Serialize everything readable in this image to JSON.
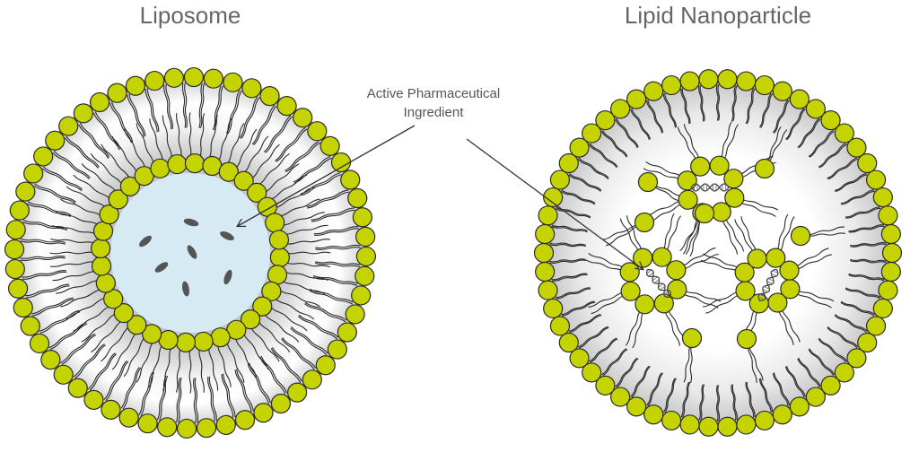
{
  "titles": {
    "left": "Liposome",
    "right": "Lipid Nanoparticle"
  },
  "annotation": {
    "line1": "Active Pharmaceutical",
    "line2": "Ingredient"
  },
  "colors": {
    "lipid_head": "#c5d400",
    "lipid_head_stroke": "#2a2a2a",
    "lipid_tail": "#2a2a2a",
    "aqueous_core": "#d6eaf4",
    "drug_molecule": "#555555",
    "membrane_shadow": "#bdbdbd",
    "text": "#666666"
  },
  "icons": [
    "lipid-head-icon",
    "drug-molecule-icon",
    "dna-strand-icon",
    "arrow-icon"
  ]
}
